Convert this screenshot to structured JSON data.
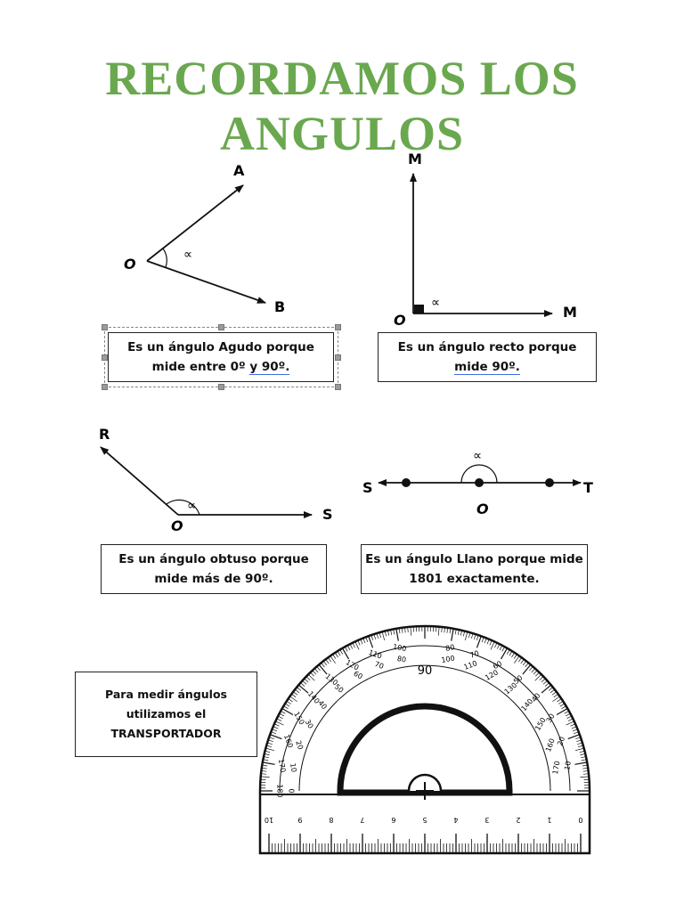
{
  "page": {
    "title_line1": "RECORDAMOS LOS",
    "title_line2": "ANGULOS",
    "title_color": "#6aa84f"
  },
  "acute": {
    "labels": {
      "a": "A",
      "o": "O",
      "b": "B",
      "angle": "∝"
    },
    "text_line1": "Es un ángulo Agudo porque",
    "text_line2_a": "mide entre 0º ",
    "text_line2_b": "y  90º."
  },
  "right": {
    "labels": {
      "m_top": "M",
      "o": "O",
      "m_right": "M",
      "angle": "∝"
    },
    "text_line1": "Es un ángulo recto porque",
    "text_line2": "mide  90º."
  },
  "obtuse": {
    "labels": {
      "r": "R",
      "o": "O",
      "s": "S",
      "angle": "∝"
    },
    "text_line1": "Es un ángulo obtuso porque",
    "text_line2": "mide más de 90º."
  },
  "straight": {
    "labels": {
      "s": "S",
      "t": "T",
      "o": "O",
      "angle": "∝"
    },
    "text_line1": "Es un ángulo Llano porque mide",
    "text_line2": "1801 exactamente."
  },
  "protractor_note": {
    "line1": "Para medir ángulos",
    "line2": "utilizamos el",
    "line3": "TRANSPORTADOR"
  },
  "protractor": {
    "top_label": "90",
    "outer_scale": [
      "10",
      "20",
      "30",
      "40",
      "50",
      "60",
      "70",
      "80",
      "100",
      "110",
      "120",
      "130",
      "140",
      "150",
      "160",
      "170",
      "180"
    ],
    "inner_scale": [
      "170",
      "160",
      "150",
      "140",
      "130",
      "120",
      "110",
      "100",
      "80",
      "70",
      "60",
      "50",
      "40",
      "30",
      "20",
      "10",
      "0"
    ],
    "ruler_numbers": [
      "10",
      "9",
      "8",
      "7",
      "6",
      "5",
      "4",
      "3",
      "2",
      "1",
      "0"
    ]
  }
}
